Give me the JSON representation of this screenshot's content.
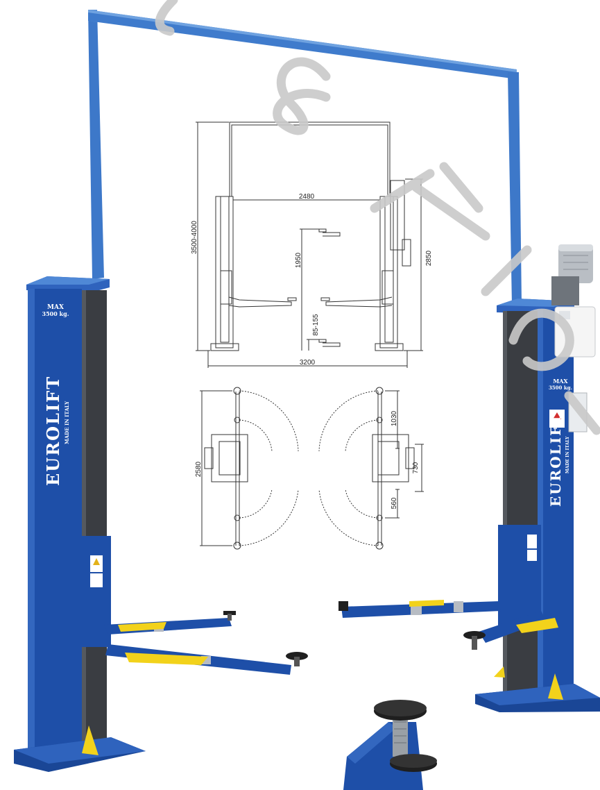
{
  "product": {
    "brand": "EUROLIFT",
    "origin": "MADE IN ITALY",
    "capacity_line1": "MAX",
    "capacity_line2": "3500 kg."
  },
  "drawing": {
    "front_view": {
      "height_range": "3500-4000",
      "inner_width": "2480",
      "pickup_height": "1950",
      "low_height": "85-155",
      "post_height": "2850",
      "total_width": "3200"
    },
    "top_view": {
      "arm_span": "2580",
      "long_arm": "1030",
      "base_depth": "730",
      "short_arm": "560"
    }
  },
  "colors": {
    "lift_blue": "#1e4fa8",
    "beam_blue": "#3d78c9",
    "dark_post": "#3a3d42",
    "pad_yellow": "#f2d21b",
    "drawing_line": "#333333",
    "watermark": "#c9c9c9"
  }
}
